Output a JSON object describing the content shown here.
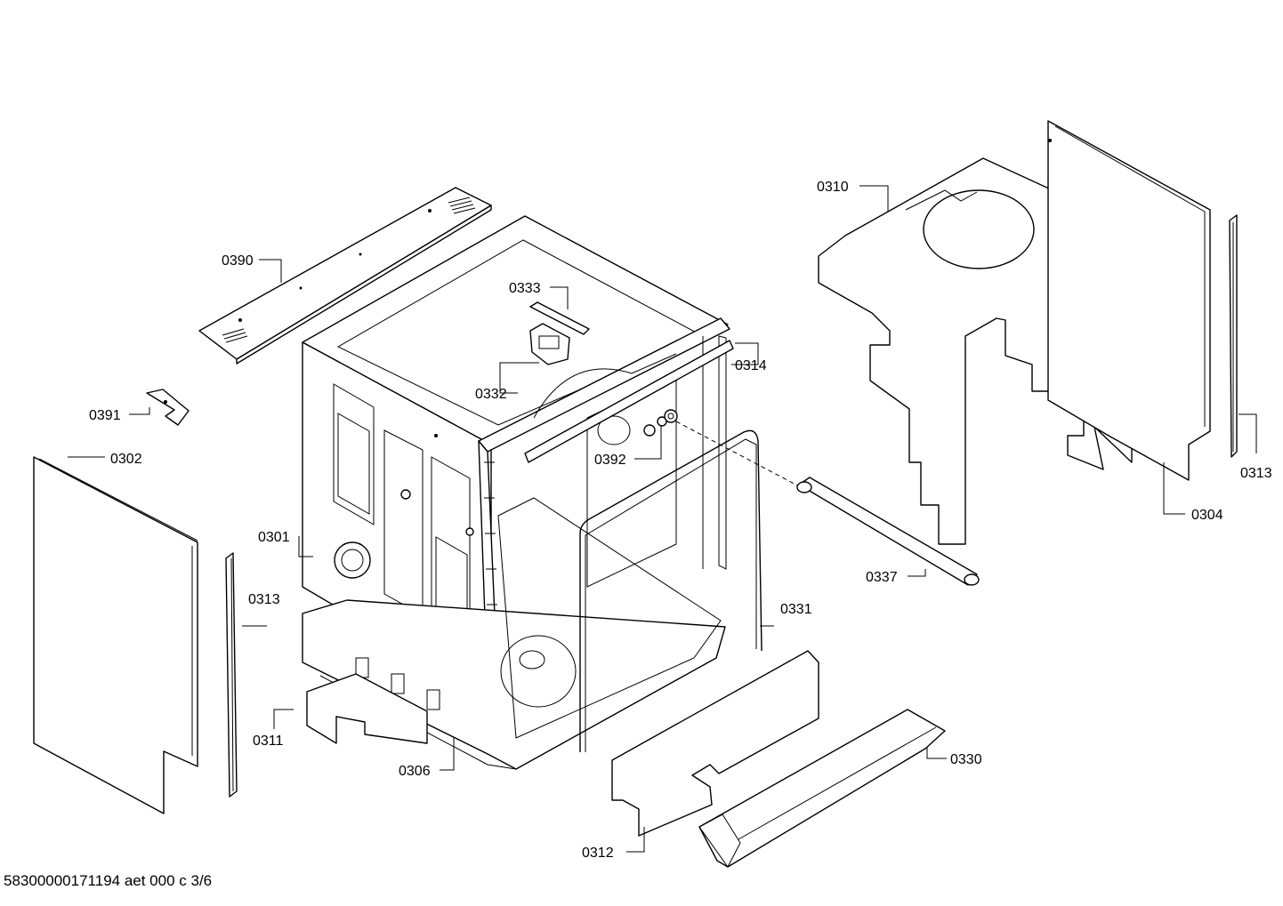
{
  "diagram": {
    "labels": {
      "p0390": "0390",
      "p0391": "0391",
      "p0302": "0302",
      "p0301": "0301",
      "p0313a": "0313",
      "p0311": "0311",
      "p0306": "0306",
      "p0333": "0333",
      "p0332": "0332",
      "p0314": "0314",
      "p0392": "0392",
      "p0331": "0331",
      "p0337": "0337",
      "p0310": "0310",
      "p0304": "0304",
      "p0313b": "0313",
      "p0330": "0330",
      "p0312": "0312"
    },
    "footer": "58300000171194 aet 000 c 3/6"
  }
}
